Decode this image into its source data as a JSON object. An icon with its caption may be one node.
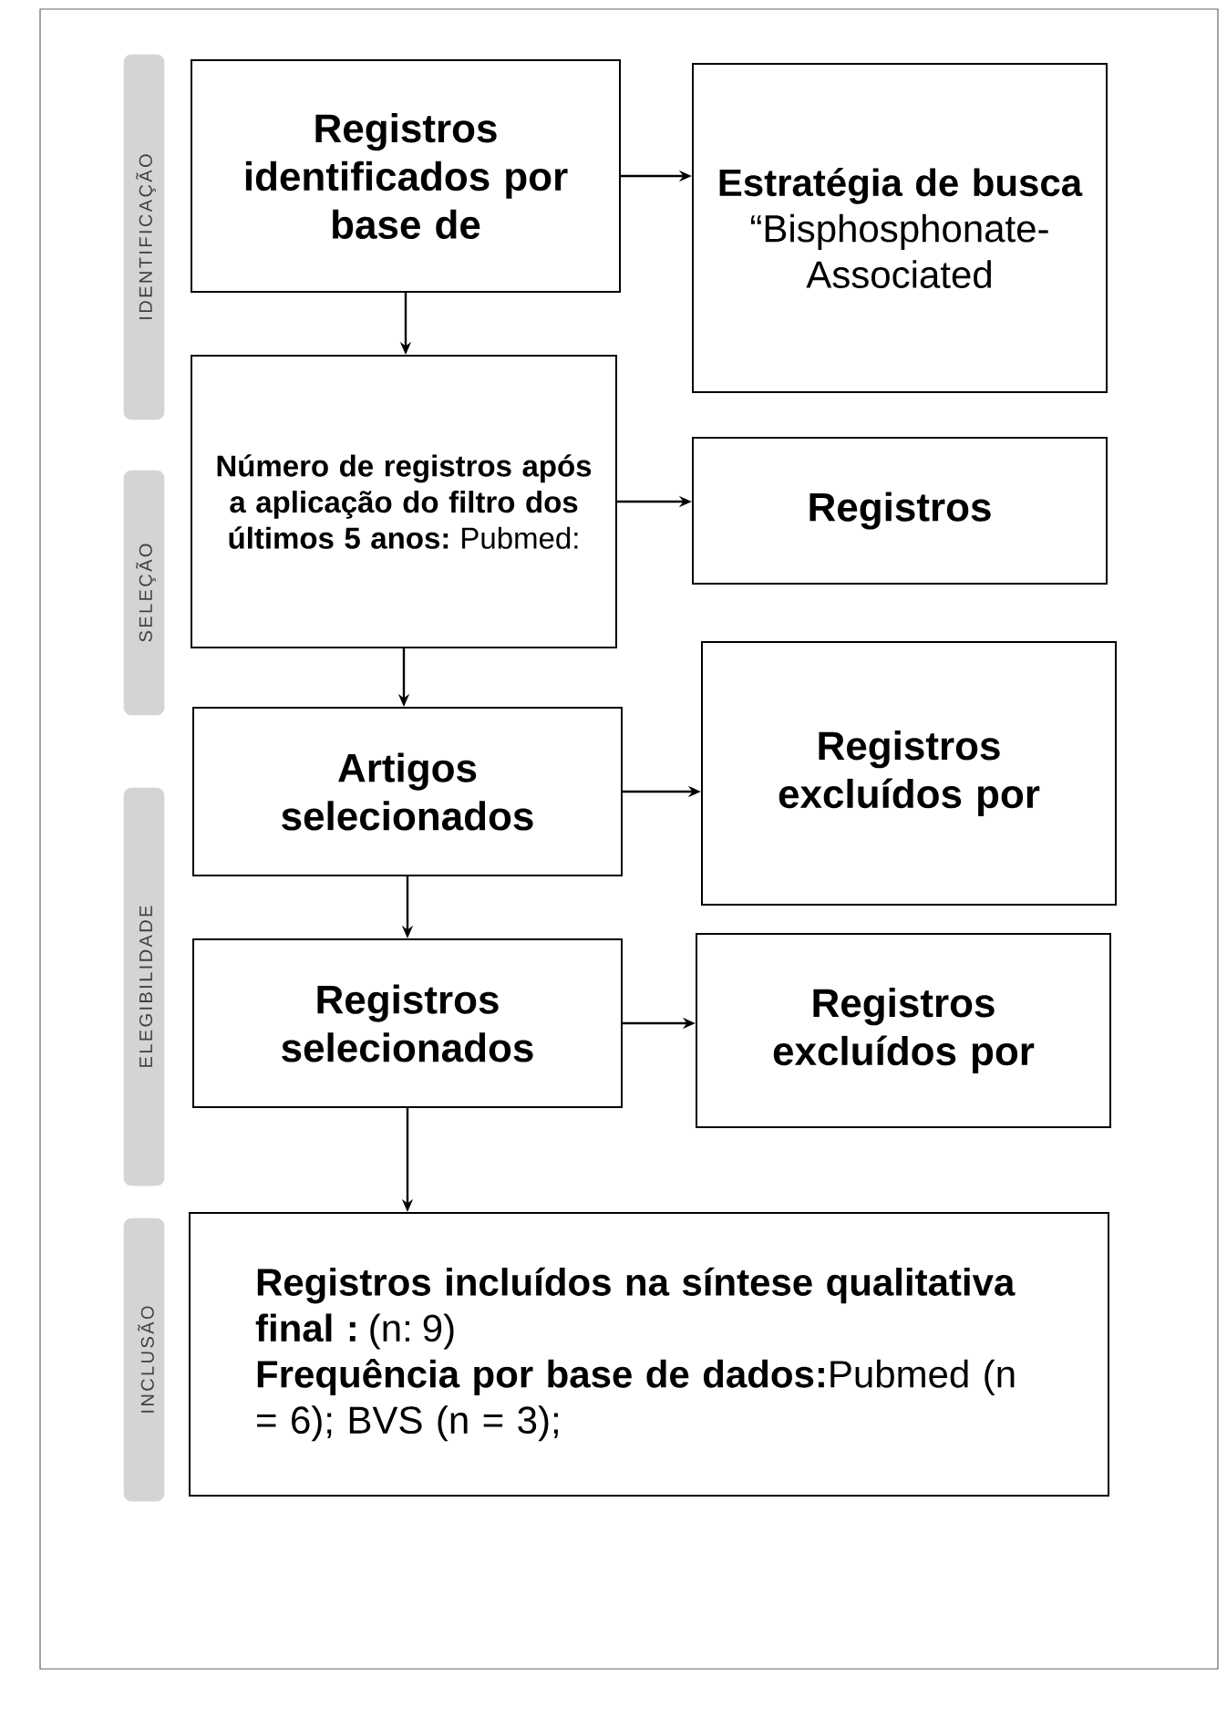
{
  "diagram": {
    "nodes": [
      {
        "text": [
          "IDENTIFICAÇÃO"
        ]
      },
      {
        "text": [
          "SELEÇÃO"
        ]
      },
      {
        "text": [
          "ELEGIBILIDADE"
        ]
      },
      {
        "text": [
          "INCLUSÃO"
        ]
      },
      {
        "text": [
          "Registros identificados por base de"
        ]
      },
      {
        "text": [
          "Estratégia de busca",
          "“Bisphosphonate-Associated"
        ]
      },
      {
        "text": [
          "**Número de registros após a aplicação do filtro dos últimos 5 anos:** Pubmed:"
        ]
      },
      {
        "text": [
          "Registros"
        ]
      },
      {
        "text": [
          "Artigos selecionados"
        ]
      },
      {
        "text": [
          "Registros excluídos por"
        ]
      },
      {
        "text": [
          "Registros selecionados"
        ]
      },
      {
        "text": [
          "Registros excluídos por"
        ]
      },
      {
        "text": [
          "**Registros incluídos na síntese qualitativa final :** (n: 9)",
          "**Frequência por base de dados:**Pubmed (n = 6); BVS (n = 3);"
        ]
      }
    ],
    "edges": [
      {
        "from": 4,
        "to": 5,
        "arrow": "to"
      },
      {
        "from": 4,
        "to": 6,
        "arrow": "to"
      },
      {
        "from": 6,
        "to": 7,
        "arrow": "to"
      },
      {
        "from": 6,
        "to": 8,
        "arrow": "to"
      },
      {
        "from": 8,
        "to": 9,
        "arrow": "to"
      },
      {
        "from": 8,
        "to": 10,
        "arrow": "to"
      },
      {
        "from": 10,
        "to": 11,
        "arrow": "to"
      },
      {
        "from": 10,
        "to": 12,
        "arrow": "to"
      }
    ]
  }
}
